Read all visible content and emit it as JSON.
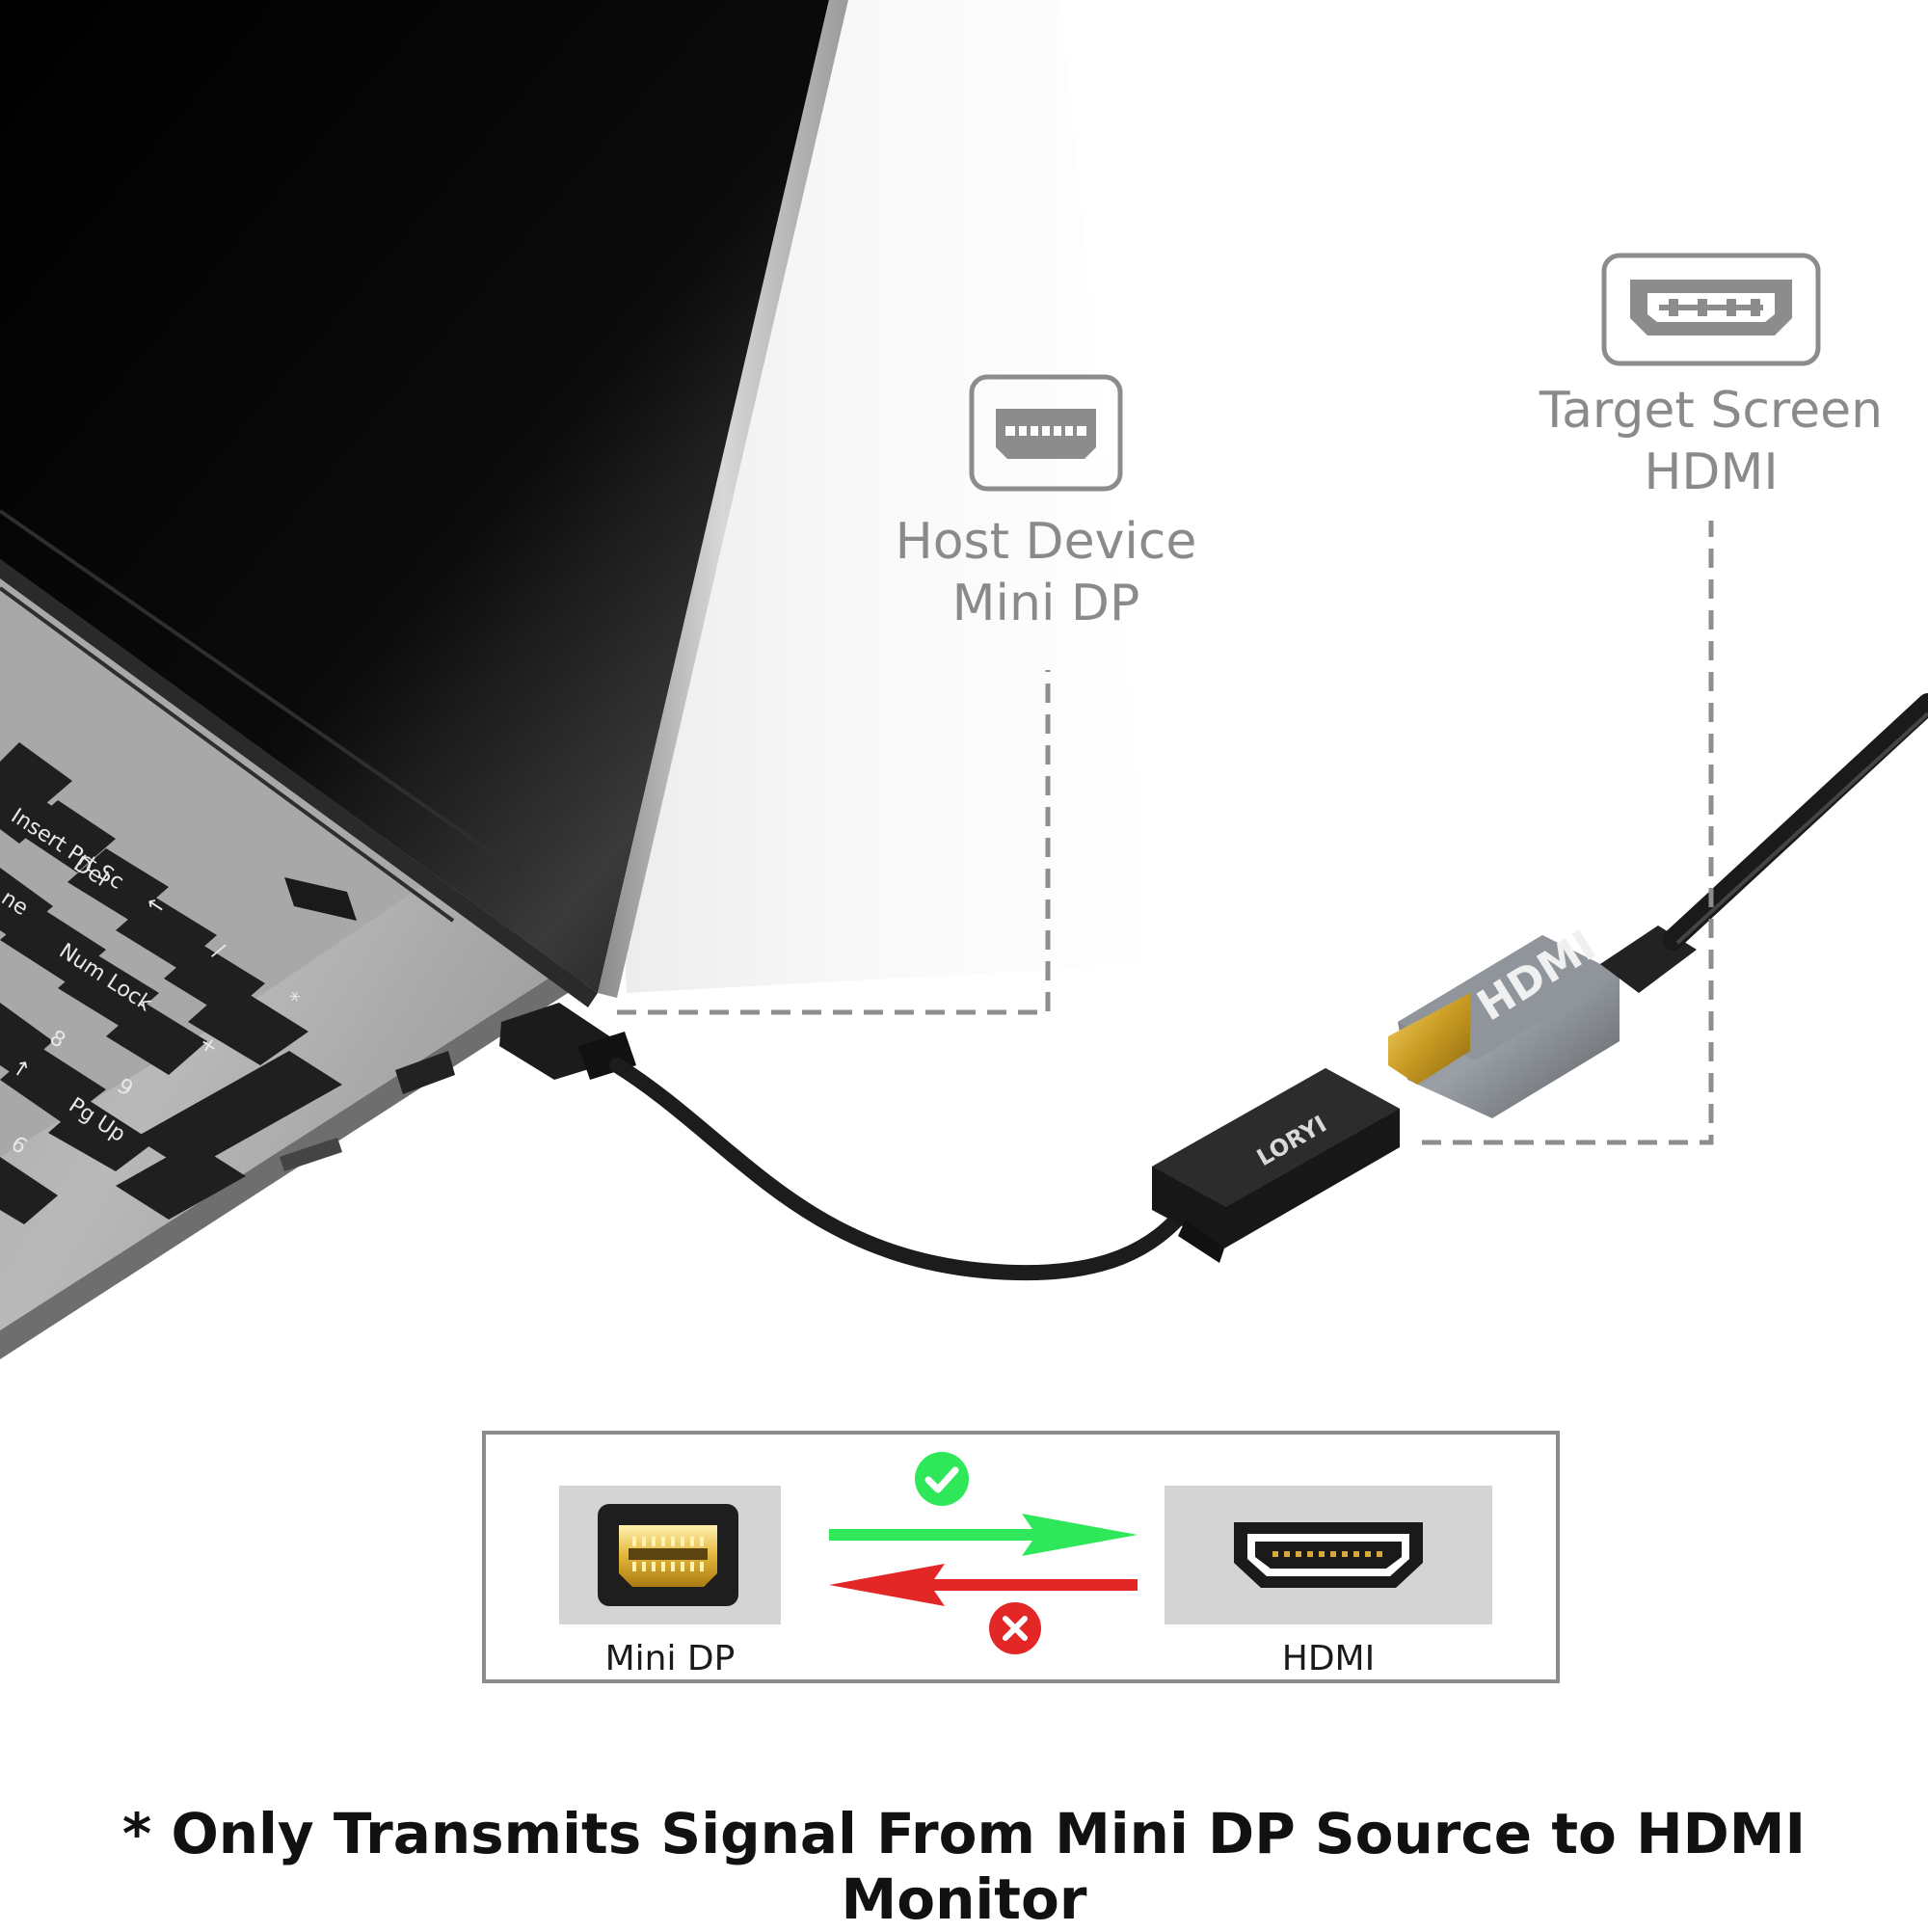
{
  "annotations": {
    "host": {
      "line1": "Host Device",
      "line2": "Mini DP",
      "icon": "mini-dp-port-icon"
    },
    "target": {
      "line1": "Target Screen",
      "line2": "HDMI",
      "icon": "hdmi-port-icon"
    }
  },
  "keyboard": {
    "keys": [
      "Insert Prt Sc",
      "Del",
      "ne",
      "←",
      "Num Lock",
      "/",
      "*",
      "-",
      "+",
      "8",
      "↑",
      "9",
      "Pg Up",
      "6"
    ]
  },
  "products": {
    "adapter_brand": "LORYI",
    "hdmi_plug_label": "HDMI"
  },
  "direction_panel": {
    "left_label": "Mini DP",
    "right_label": "HDMI",
    "forward_ok": "check-icon",
    "reverse_blocked": "x-icon",
    "colors": {
      "ok": "#2ee85a",
      "blocked": "#e32626",
      "frame": "#8c8c8c"
    }
  },
  "footnote": "* Only Transmits Signal From Mini DP Source to HDMI Monitor"
}
